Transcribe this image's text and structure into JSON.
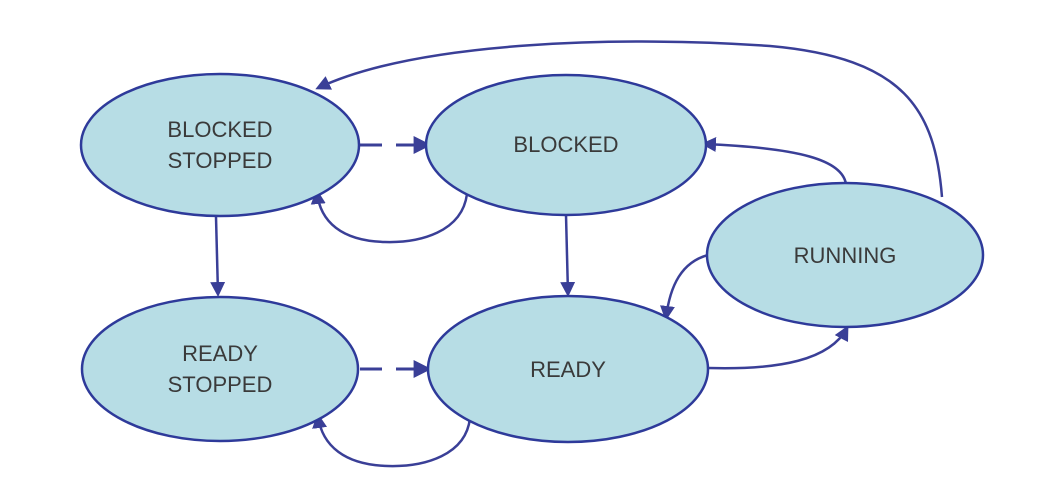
{
  "diagram": {
    "states": {
      "blocked_stopped": [
        "BLOCKED",
        "STOPPED"
      ],
      "blocked": [
        "BLOCKED"
      ],
      "running": [
        "RUNNING"
      ],
      "ready_stopped": [
        "READY",
        "STOPPED"
      ],
      "ready": [
        "READY"
      ]
    },
    "colors": {
      "state_fill": "#b7dde5",
      "state_stroke": "#2e3a9a",
      "arrow": "#3a3f97",
      "text": "#3a3a3a"
    },
    "edges": [
      {
        "from": "blocked_stopped",
        "to": "blocked",
        "style": "dashed"
      },
      {
        "from": "blocked",
        "to": "blocked_stopped",
        "style": "solid"
      },
      {
        "from": "blocked_stopped",
        "to": "ready_stopped",
        "style": "solid"
      },
      {
        "from": "blocked",
        "to": "ready",
        "style": "solid"
      },
      {
        "from": "running",
        "to": "blocked",
        "style": "solid"
      },
      {
        "from": "running",
        "to": "blocked_stopped",
        "style": "solid"
      },
      {
        "from": "running",
        "to": "ready",
        "style": "solid"
      },
      {
        "from": "ready",
        "to": "running",
        "style": "solid"
      },
      {
        "from": "ready_stopped",
        "to": "ready",
        "style": "dashed"
      },
      {
        "from": "ready",
        "to": "ready_stopped",
        "style": "solid"
      }
    ]
  }
}
